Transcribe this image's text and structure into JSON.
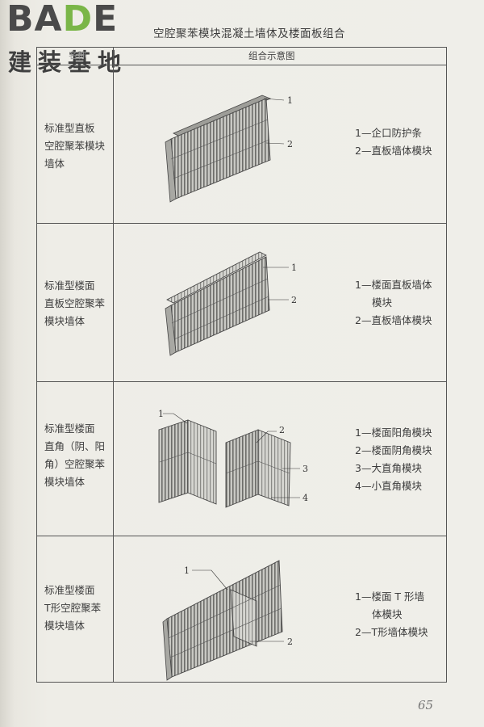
{
  "logo": {
    "brand_a": "BA",
    "brand_accent": "D",
    "brand_b": "E",
    "subtitle": "建装基地"
  },
  "header": {
    "title": "空腔聚苯模块混凝土墙体及楼面板组合"
  },
  "table": {
    "col1_header": "名称",
    "col2_header": "组合示意图",
    "rows": [
      {
        "name_lines": [
          "标准型直板",
          "空腔聚苯模块",
          "墙体"
        ],
        "legend": [
          "1—企口防护条",
          "2—直板墙体模块"
        ],
        "callouts": [
          "1",
          "2"
        ]
      },
      {
        "name_lines": [
          "标准型楼面",
          "直板空腔聚苯",
          "模块墙体"
        ],
        "legend": [
          "1—楼面直板墙体",
          "模块",
          "2—直板墙体模块"
        ],
        "callouts": [
          "1",
          "2"
        ]
      },
      {
        "name_lines": [
          "标准型楼面",
          "直角（阴、阳",
          "角）空腔聚苯",
          "模块墙体"
        ],
        "legend": [
          "1—楼面阳角模块",
          "2—楼面阴角模块",
          "3—大直角模块",
          "4—小直角模块"
        ],
        "callouts": [
          "1",
          "2",
          "3",
          "4"
        ]
      },
      {
        "name_lines": [
          "标准型楼面",
          "T形空腔聚苯",
          "模块墙体"
        ],
        "legend": [
          "1—楼面 T 形墙",
          "体模块",
          "2—T形墙体模块"
        ],
        "callouts": [
          "1",
          "2"
        ]
      }
    ]
  },
  "page_number": "65",
  "colors": {
    "logo_accent": "#7ab648",
    "rule": "#555555",
    "paper": "#efeee9"
  }
}
